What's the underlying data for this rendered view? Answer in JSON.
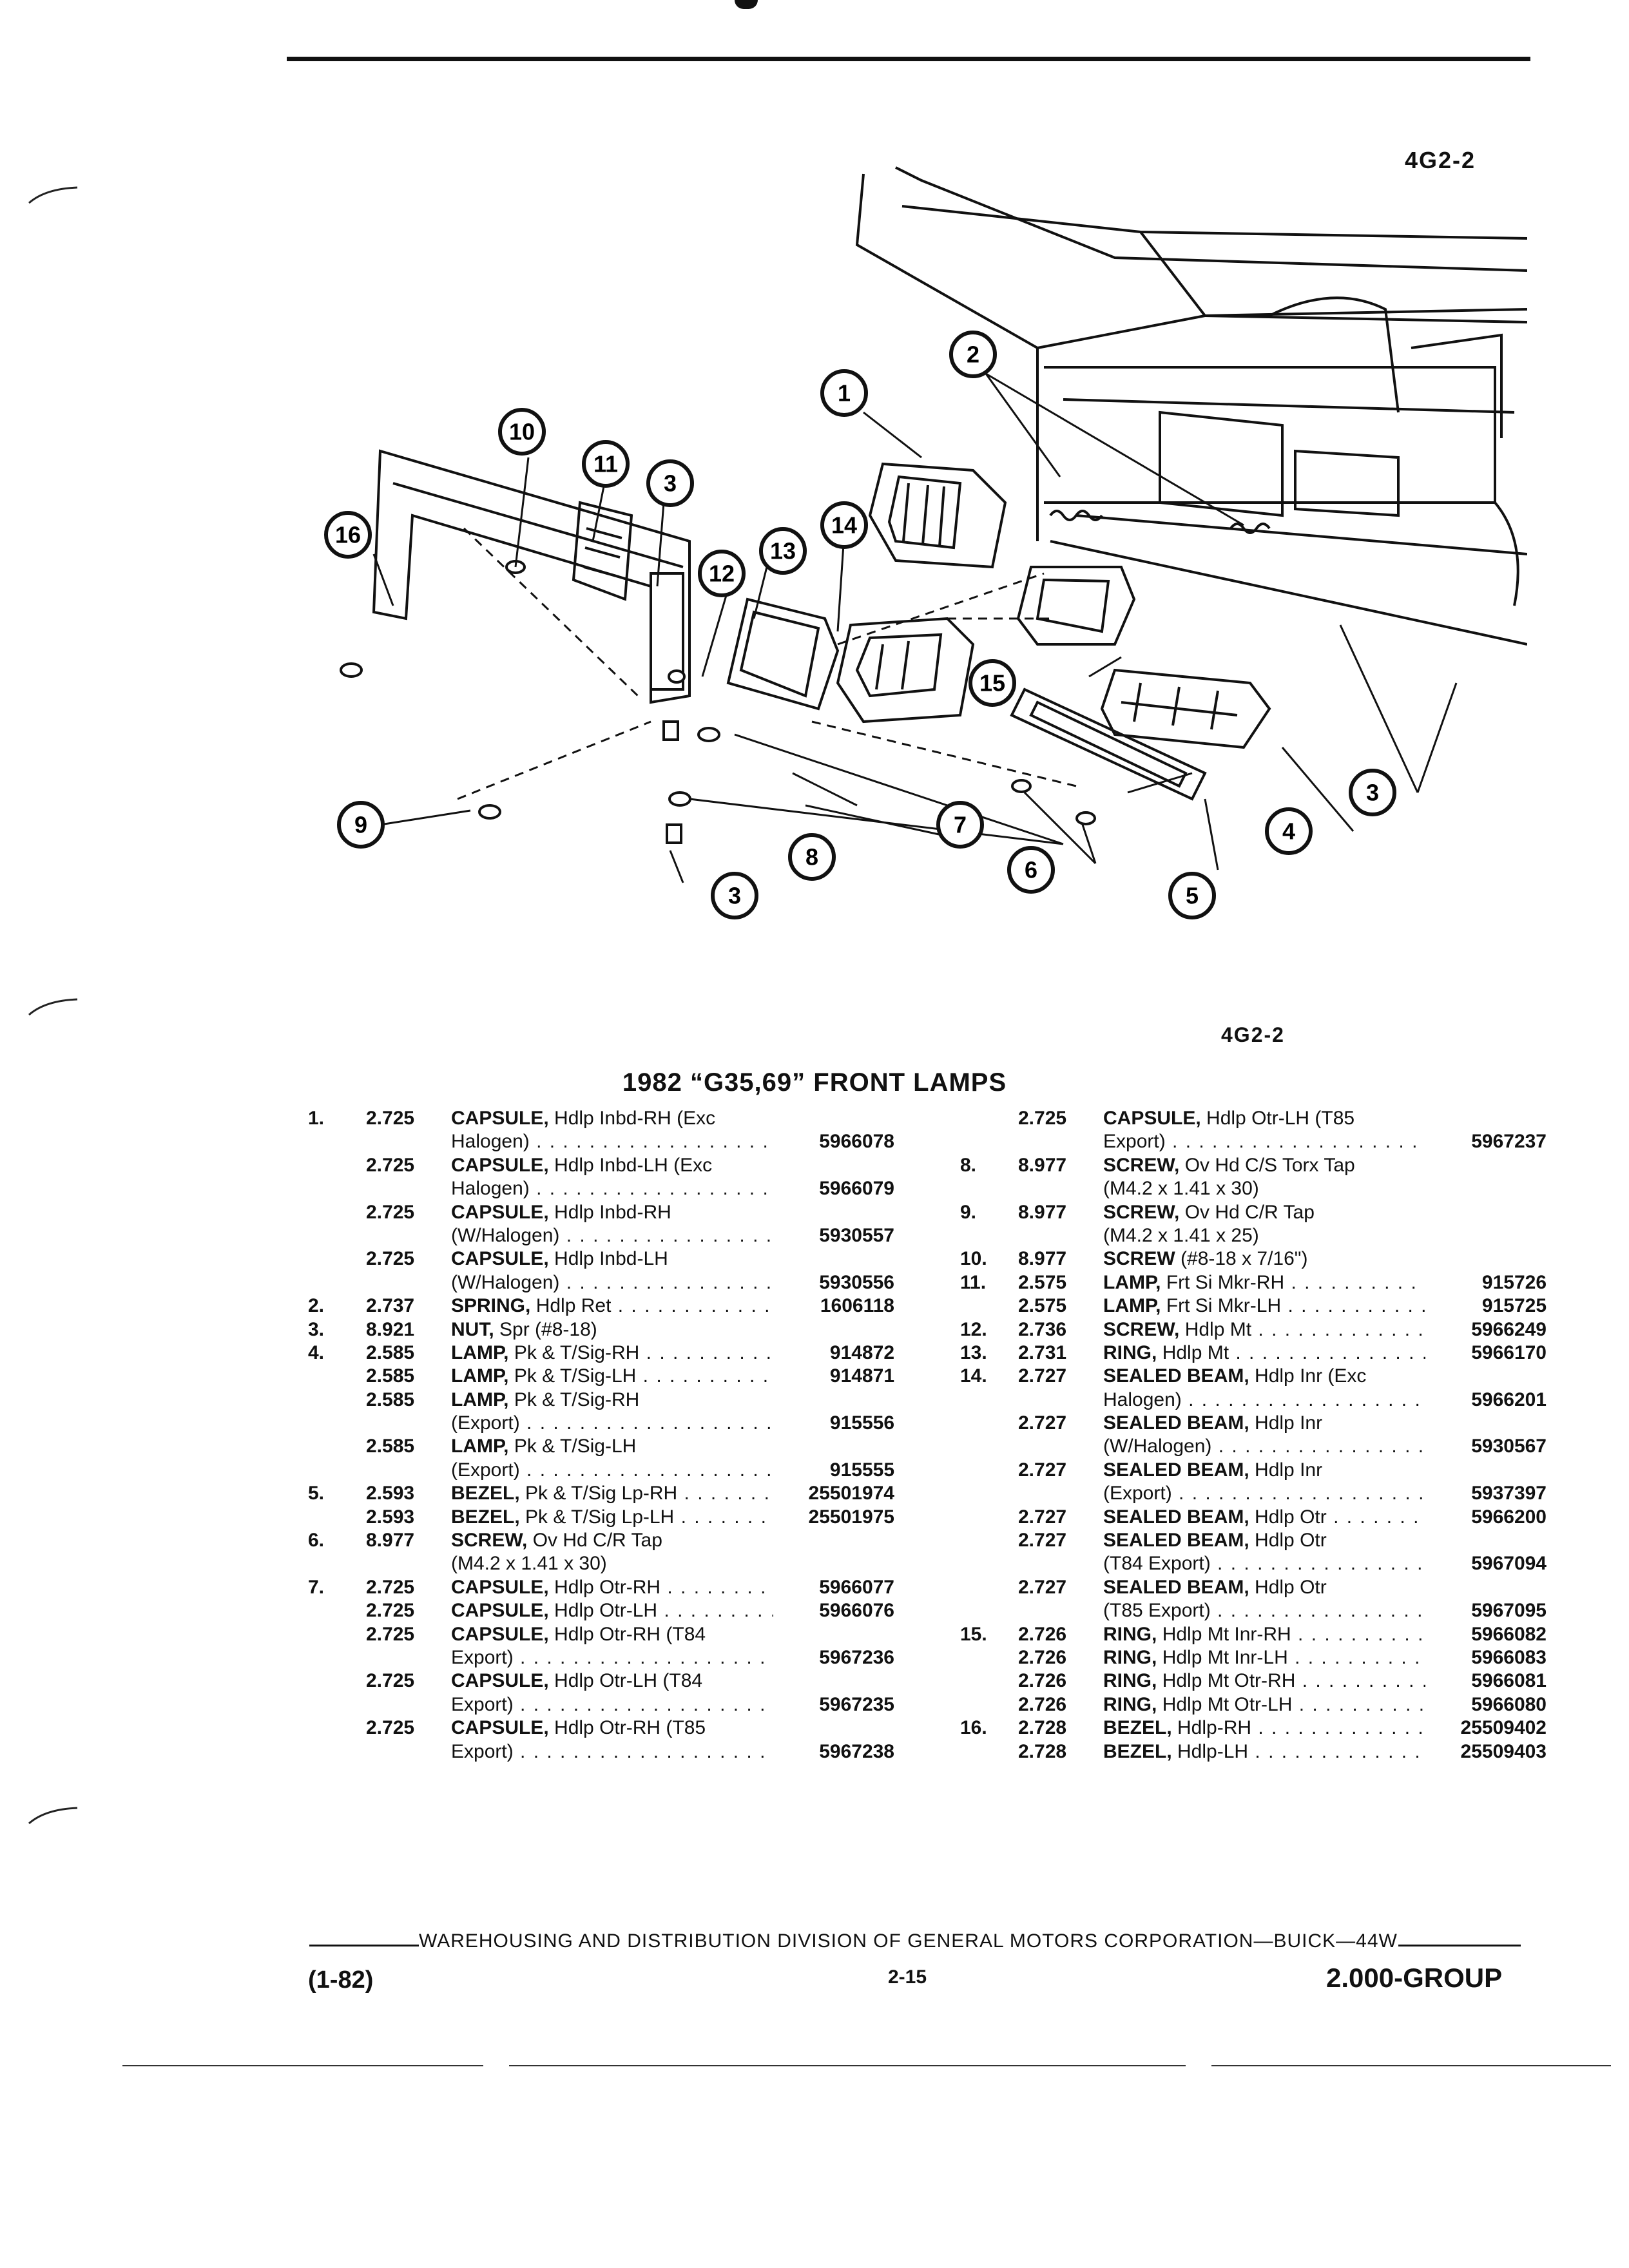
{
  "page": {
    "fig_tag_top": "4G2-2",
    "fig_tag_bottom": "4G2-2",
    "title": "1982 “G35,69” FRONT LAMPS"
  },
  "diagram": {
    "callouts": [
      "1",
      "2",
      "3",
      "4",
      "5",
      "6",
      "7",
      "8",
      "9",
      "10",
      "11",
      "12",
      "13",
      "14",
      "15",
      "16"
    ]
  },
  "parts_left": [
    {
      "num": "1.",
      "code": "2.725",
      "term": "CAPSULE,",
      "desc": "Hdlp Inbd-RH (Exc",
      "pn": ""
    },
    {
      "num": "",
      "code": "",
      "term": "",
      "desc": "Halogen)",
      "pn": "5966078"
    },
    {
      "num": "",
      "code": "2.725",
      "term": "CAPSULE,",
      "desc": "Hdlp Inbd-LH (Exc",
      "pn": ""
    },
    {
      "num": "",
      "code": "",
      "term": "",
      "desc": "Halogen)",
      "pn": "5966079"
    },
    {
      "num": "",
      "code": "2.725",
      "term": "CAPSULE,",
      "desc": "Hdlp Inbd-RH",
      "pn": ""
    },
    {
      "num": "",
      "code": "",
      "term": "",
      "desc": "(W/Halogen)",
      "pn": "5930557"
    },
    {
      "num": "",
      "code": "2.725",
      "term": "CAPSULE,",
      "desc": "Hdlp Inbd-LH",
      "pn": ""
    },
    {
      "num": "",
      "code": "",
      "term": "",
      "desc": "(W/Halogen)",
      "pn": "5930556"
    },
    {
      "num": "2.",
      "code": "2.737",
      "term": "SPRING,",
      "desc": "Hdlp Ret",
      "pn": "1606118"
    },
    {
      "num": "3.",
      "code": "8.921",
      "term": "NUT,",
      "desc": "Spr (#8-18)",
      "pn": ""
    },
    {
      "num": "4.",
      "code": "2.585",
      "term": "LAMP,",
      "desc": "Pk & T/Sig-RH",
      "pn": "914872"
    },
    {
      "num": "",
      "code": "2.585",
      "term": "LAMP,",
      "desc": "Pk & T/Sig-LH",
      "pn": "914871"
    },
    {
      "num": "",
      "code": "2.585",
      "term": "LAMP,",
      "desc": "Pk & T/Sig-RH",
      "pn": ""
    },
    {
      "num": "",
      "code": "",
      "term": "",
      "desc": "(Export)",
      "pn": "915556"
    },
    {
      "num": "",
      "code": "2.585",
      "term": "LAMP,",
      "desc": "Pk & T/Sig-LH",
      "pn": ""
    },
    {
      "num": "",
      "code": "",
      "term": "",
      "desc": "(Export)",
      "pn": "915555"
    },
    {
      "num": "5.",
      "code": "2.593",
      "term": "BEZEL,",
      "desc": "Pk & T/Sig Lp-RH",
      "pn": "25501974"
    },
    {
      "num": "",
      "code": "2.593",
      "term": "BEZEL,",
      "desc": "Pk & T/Sig Lp-LH",
      "pn": "25501975"
    },
    {
      "num": "6.",
      "code": "8.977",
      "term": "SCREW,",
      "desc": "Ov Hd C/R Tap",
      "pn": ""
    },
    {
      "num": "",
      "code": "",
      "term": "",
      "desc": "(M4.2 x 1.41 x 30)",
      "pn": ""
    },
    {
      "num": "7.",
      "code": "2.725",
      "term": "CAPSULE,",
      "desc": "Hdlp Otr-RH",
      "pn": "5966077"
    },
    {
      "num": "",
      "code": "2.725",
      "term": "CAPSULE,",
      "desc": "Hdlp Otr-LH",
      "pn": "5966076"
    },
    {
      "num": "",
      "code": "2.725",
      "term": "CAPSULE,",
      "desc": "Hdlp Otr-RH (T84",
      "pn": ""
    },
    {
      "num": "",
      "code": "",
      "term": "",
      "desc": "Export)",
      "pn": "5967236"
    },
    {
      "num": "",
      "code": "2.725",
      "term": "CAPSULE,",
      "desc": "Hdlp Otr-LH (T84",
      "pn": ""
    },
    {
      "num": "",
      "code": "",
      "term": "",
      "desc": "Export)",
      "pn": "5967235"
    },
    {
      "num": "",
      "code": "2.725",
      "term": "CAPSULE,",
      "desc": "Hdlp Otr-RH (T85",
      "pn": ""
    },
    {
      "num": "",
      "code": "",
      "term": "",
      "desc": "Export)",
      "pn": "5967238"
    }
  ],
  "parts_right": [
    {
      "num": "",
      "code": "2.725",
      "term": "CAPSULE,",
      "desc": "Hdlp Otr-LH (T85",
      "pn": ""
    },
    {
      "num": "",
      "code": "",
      "term": "",
      "desc": "Export)",
      "pn": "5967237"
    },
    {
      "num": "8.",
      "code": "8.977",
      "term": "SCREW,",
      "desc": "Ov Hd C/S Torx Tap",
      "pn": ""
    },
    {
      "num": "",
      "code": "",
      "term": "",
      "desc": "(M4.2 x 1.41 x 30)",
      "pn": ""
    },
    {
      "num": "9.",
      "code": "8.977",
      "term": "SCREW,",
      "desc": "Ov Hd C/R Tap",
      "pn": ""
    },
    {
      "num": "",
      "code": "",
      "term": "",
      "desc": "(M4.2 x 1.41 x 25)",
      "pn": ""
    },
    {
      "num": "10.",
      "code": "8.977",
      "term": "SCREW",
      "desc": "(#8-18 x 7/16\")",
      "pn": ""
    },
    {
      "num": "11.",
      "code": "2.575",
      "term": "LAMP,",
      "desc": "Frt Si Mkr-RH",
      "pn": "915726"
    },
    {
      "num": "",
      "code": "2.575",
      "term": "LAMP,",
      "desc": "Frt Si Mkr-LH",
      "pn": "915725"
    },
    {
      "num": "12.",
      "code": "2.736",
      "term": "SCREW,",
      "desc": "Hdlp Mt",
      "pn": "5966249"
    },
    {
      "num": "13.",
      "code": "2.731",
      "term": "RING,",
      "desc": "Hdlp Mt",
      "pn": "5966170"
    },
    {
      "num": "14.",
      "code": "2.727",
      "term": "SEALED BEAM,",
      "desc": "Hdlp Inr (Exc",
      "pn": ""
    },
    {
      "num": "",
      "code": "",
      "term": "",
      "desc": "Halogen)",
      "pn": "5966201"
    },
    {
      "num": "",
      "code": "2.727",
      "term": "SEALED BEAM,",
      "desc": "Hdlp Inr",
      "pn": ""
    },
    {
      "num": "",
      "code": "",
      "term": "",
      "desc": "(W/Halogen)",
      "pn": "5930567"
    },
    {
      "num": "",
      "code": "2.727",
      "term": "SEALED BEAM,",
      "desc": "Hdlp Inr",
      "pn": ""
    },
    {
      "num": "",
      "code": "",
      "term": "",
      "desc": "(Export)",
      "pn": "5937397"
    },
    {
      "num": "",
      "code": "2.727",
      "term": "SEALED BEAM,",
      "desc": "Hdlp Otr",
      "pn": "5966200"
    },
    {
      "num": "",
      "code": "2.727",
      "term": "SEALED BEAM,",
      "desc": "Hdlp Otr",
      "pn": ""
    },
    {
      "num": "",
      "code": "",
      "term": "",
      "desc": "(T84 Export)",
      "pn": "5967094"
    },
    {
      "num": "",
      "code": "2.727",
      "term": "SEALED BEAM,",
      "desc": "Hdlp Otr",
      "pn": ""
    },
    {
      "num": "",
      "code": "",
      "term": "",
      "desc": "(T85 Export)",
      "pn": "5967095"
    },
    {
      "num": "15.",
      "code": "2.726",
      "term": "RING,",
      "desc": "Hdlp Mt Inr-RH",
      "pn": "5966082"
    },
    {
      "num": "",
      "code": "2.726",
      "term": "RING,",
      "desc": "Hdlp Mt Inr-LH",
      "pn": "5966083"
    },
    {
      "num": "",
      "code": "2.726",
      "term": "RING,",
      "desc": "Hdlp Mt Otr-RH",
      "pn": "5966081"
    },
    {
      "num": "",
      "code": "2.726",
      "term": "RING,",
      "desc": "Hdlp Mt Otr-LH",
      "pn": "5966080"
    },
    {
      "num": "16.",
      "code": "2.728",
      "term": "BEZEL,",
      "desc": "Hdlp-RH",
      "pn": "25509402"
    },
    {
      "num": "",
      "code": "2.728",
      "term": "BEZEL,",
      "desc": "Hdlp-LH",
      "pn": "25509403"
    }
  ],
  "footer": {
    "division": "WAREHOUSING AND DISTRIBUTION DIVISION OF GENERAL MOTORS CORPORATION—BUICK—44W",
    "code": "(1-82)",
    "page": "2-15",
    "group": "2.000-GROUP"
  }
}
